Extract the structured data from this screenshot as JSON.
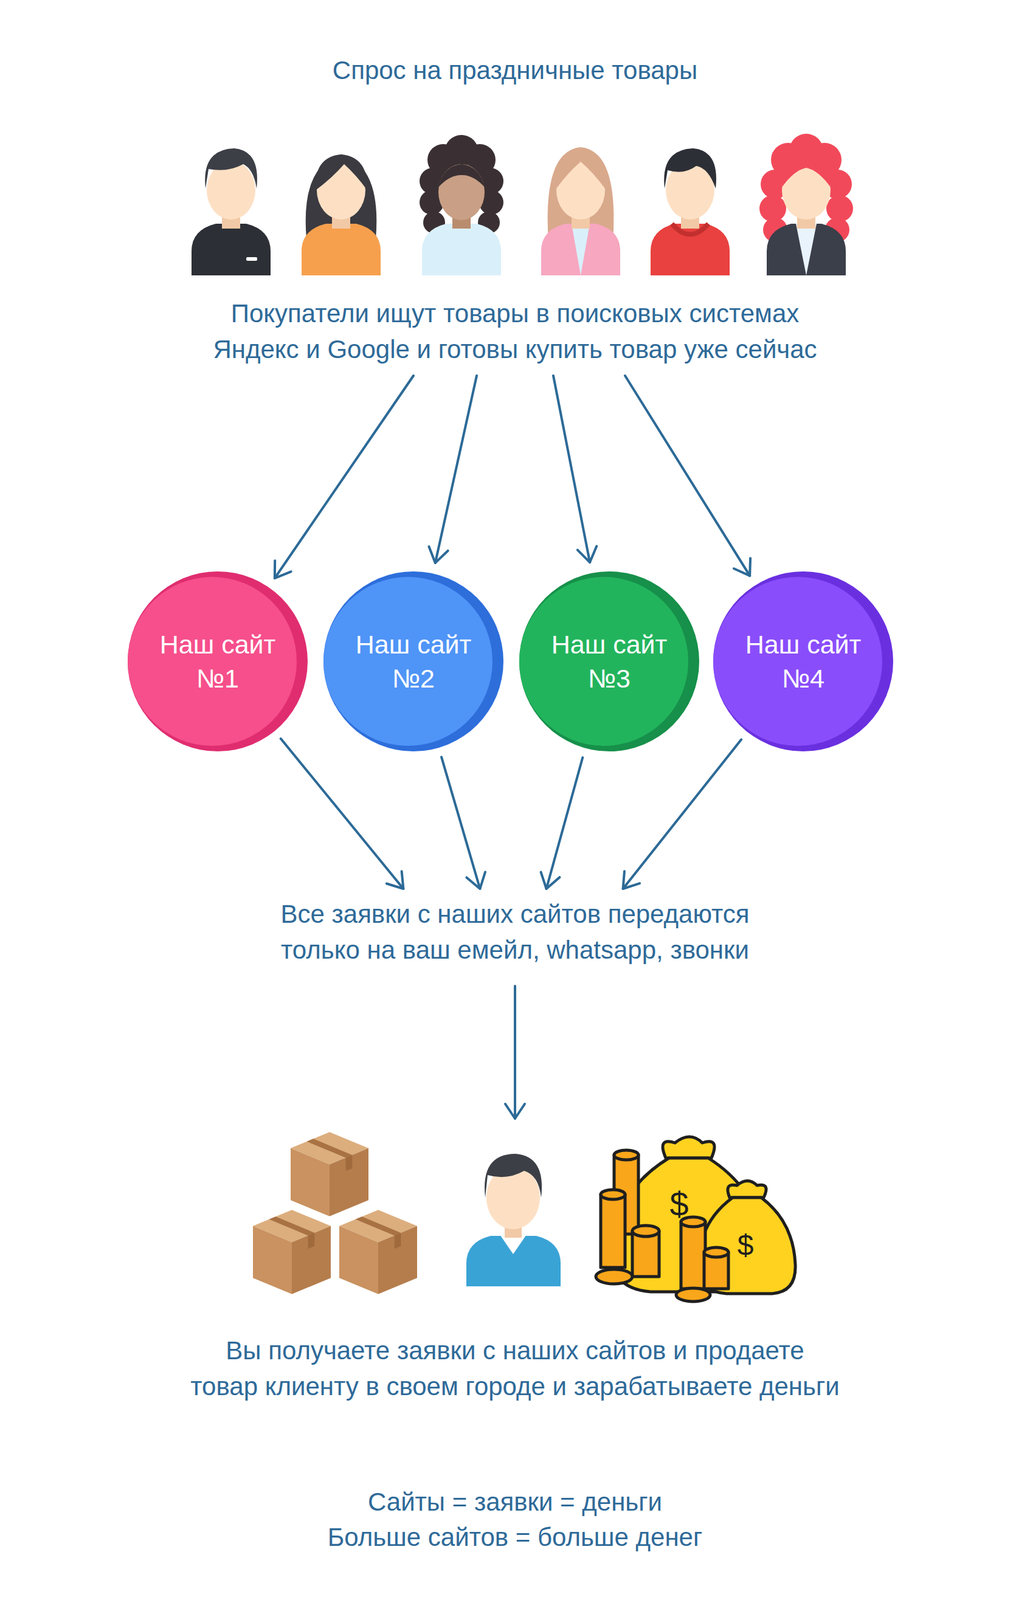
{
  "diagram": {
    "title": "Спрос на праздничные товары",
    "nodes": [
      {
        "text": [
          "Покупатели ищут товары в поисковых системах Яндекс и Google и готовы купить товар уже сейчас"
        ]
      },
      {
        "text": [
          "Наш сайт №1"
        ]
      },
      {
        "text": [
          "Наш сайт №2"
        ]
      },
      {
        "text": [
          "Наш сайт №3"
        ]
      },
      {
        "text": [
          "Наш сайт №4"
        ]
      },
      {
        "text": [
          "Все заявки с наших сайтов передаются только на ваш емейл, whatsapp, звонки"
        ]
      },
      {
        "text": [
          "Вы получаете заявки с наших сайтов и продаете товар клиенту в своем городе и зарабатываете деньги"
        ]
      }
    ],
    "edges": [
      {
        "from": 0,
        "to": 1,
        "arrow": "to"
      },
      {
        "from": 0,
        "to": 2,
        "arrow": "to"
      },
      {
        "from": 0,
        "to": 3,
        "arrow": "to"
      },
      {
        "from": 0,
        "to": 4,
        "arrow": "to"
      },
      {
        "from": 1,
        "to": 5,
        "arrow": "to"
      },
      {
        "from": 2,
        "to": 5,
        "arrow": "to"
      },
      {
        "from": 3,
        "to": 5,
        "arrow": "to"
      },
      {
        "from": 4,
        "to": 5,
        "arrow": "to"
      },
      {
        "from": 5,
        "to": 6,
        "arrow": "to"
      }
    ],
    "labels": [
      "Сайты = заявки = деньги",
      "Больше сайтов = больше денег"
    ]
  }
}
